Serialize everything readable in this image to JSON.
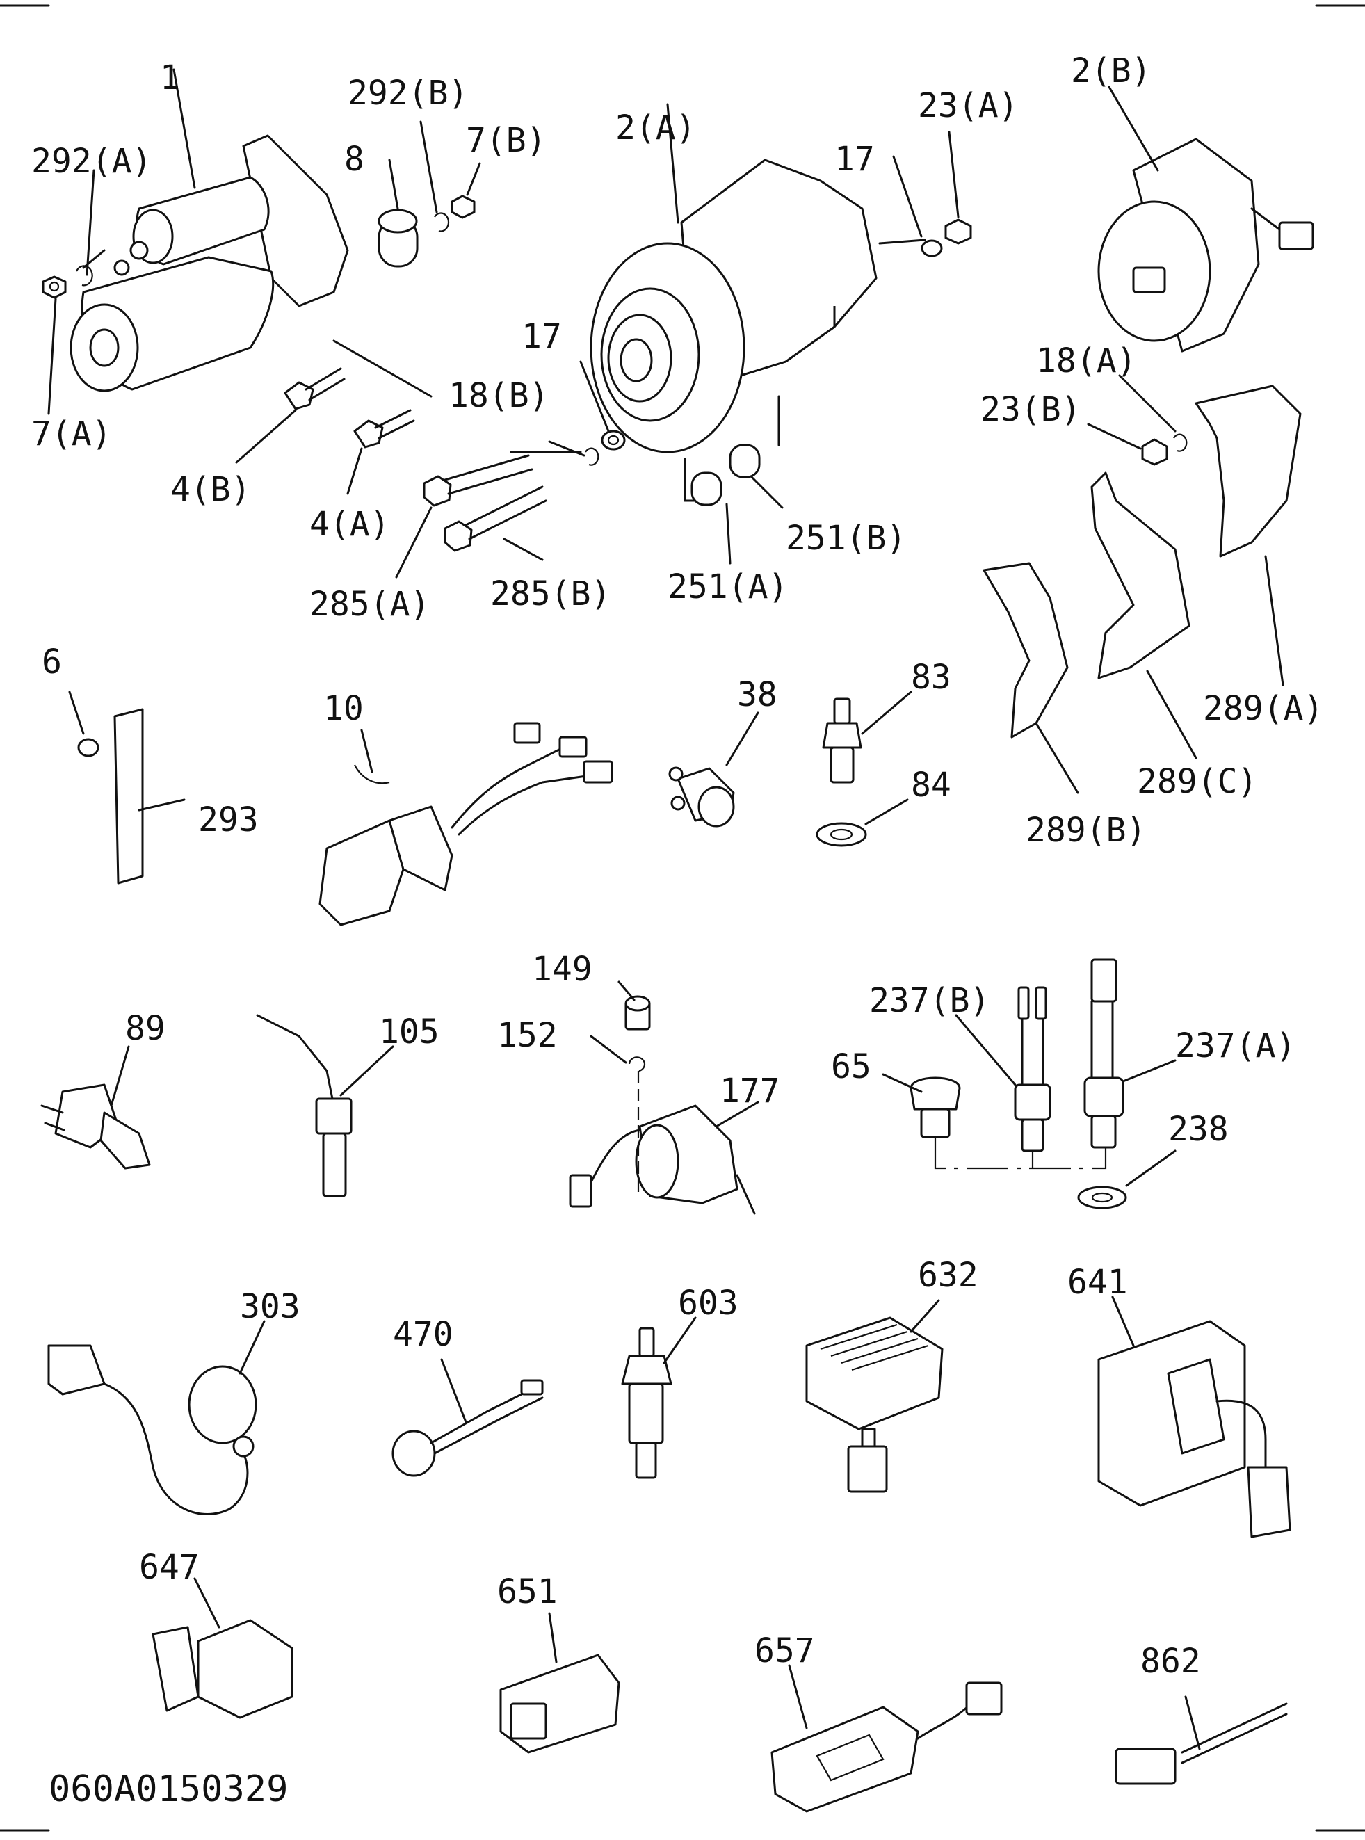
{
  "diagram": {
    "drawing_code": "060A0150329",
    "labels": {
      "p1": "1",
      "p292a": "292(A)",
      "p7a": "7(A)",
      "p292b": "292(B)",
      "p8": "8",
      "p7b": "7(B)",
      "p4b": "4(B)",
      "p4a": "4(A)",
      "p2a": "2(A)",
      "p17a": "17",
      "p17b": "17",
      "p23a": "23(A)",
      "p18b": "18(B)",
      "p285a": "285(A)",
      "p285b": "285(B)",
      "p251a": "251(A)",
      "p251b": "251(B)",
      "p2b": "2(B)",
      "p18a": "18(A)",
      "p23b": "23(B)",
      "p289a": "289(A)",
      "p289b": "289(B)",
      "p289c": "289(C)",
      "p6": "6",
      "p293": "293",
      "p10": "10",
      "p38": "38",
      "p83": "83",
      "p84": "84",
      "p89": "89",
      "p105": "105",
      "p149": "149",
      "p152": "152",
      "p177": "177",
      "p65": "65",
      "p237a": "237(A)",
      "p237b": "237(B)",
      "p238": "238",
      "p303": "303",
      "p470": "470",
      "p603": "603",
      "p632": "632",
      "p641": "641",
      "p647": "647",
      "p651": "651",
      "p657": "657",
      "p862": "862"
    }
  }
}
